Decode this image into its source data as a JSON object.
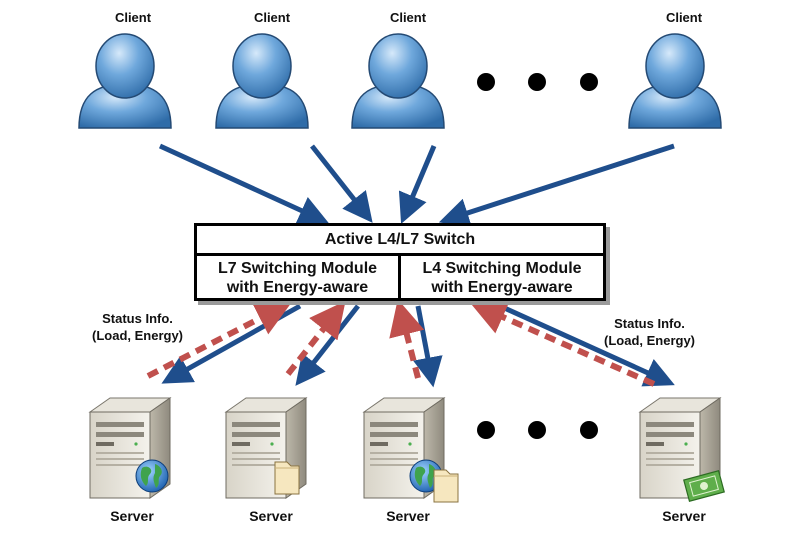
{
  "clients": [
    {
      "label": "Client"
    },
    {
      "label": "Client"
    },
    {
      "label": "Client"
    },
    {
      "label": "Client"
    }
  ],
  "switch": {
    "title": "Active L4/L7 Switch",
    "l7_module": {
      "line1": "L7 Switching Module",
      "line2": "with Energy-aware"
    },
    "l4_module": {
      "line1": "L4 Switching Module",
      "line2": "with Energy-aware"
    }
  },
  "status_left": {
    "line1": "Status Info.",
    "line2": "(Load, Energy)"
  },
  "status_right": {
    "line1": "Status Info.",
    "line2": "(Load, Energy)"
  },
  "servers": [
    {
      "label": "Server",
      "badge": "globe-icon"
    },
    {
      "label": "Server",
      "badge": "folder-icon"
    },
    {
      "label": "Server",
      "badge": "globe-folder-icon"
    },
    {
      "label": "Server",
      "badge": "money-icon"
    }
  ],
  "colors": {
    "request_arrow": "#1f4e8c",
    "status_arrow": "#c0504d",
    "client_body": "#5b9bd5"
  }
}
